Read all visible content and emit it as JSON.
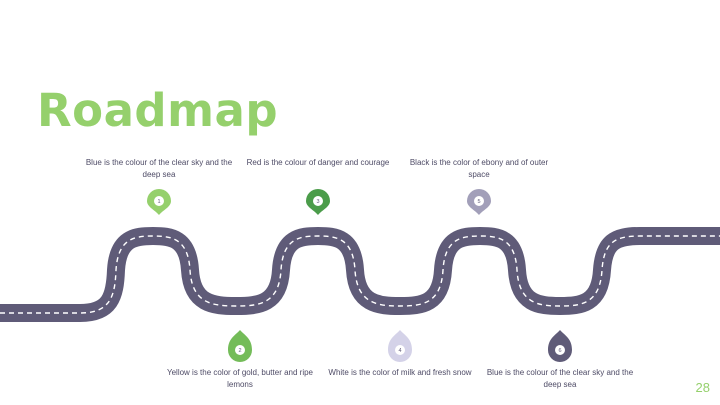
{
  "slide": {
    "title": "Roadmap",
    "page_number": "28"
  },
  "colors": {
    "title": "#95d06c",
    "road": "#5f5b78",
    "road_dash": "#ffffff",
    "caption_text": "#4e4b66",
    "page_number": "#95d06c"
  },
  "milestones": [
    {
      "number": "1",
      "text": "Blue is the colour of the clear sky and the deep sea",
      "color": "#95d06c",
      "icon": "map-pin-icon",
      "position": "above"
    },
    {
      "number": "2",
      "text": "Yellow is the color of gold, butter and ripe lemons",
      "color": "#74bc59",
      "icon": "map-pin-icon",
      "position": "below"
    },
    {
      "number": "3",
      "text": "Red is the colour of danger and courage",
      "color": "#4b9c4a",
      "icon": "map-pin-icon",
      "position": "above"
    },
    {
      "number": "4",
      "text": "White is the color of milk and fresh snow",
      "color": "#d4d2e8",
      "icon": "map-pin-icon",
      "position": "below"
    },
    {
      "number": "5",
      "text": "Black is the color of ebony and of outer space",
      "color": "#a29fb9",
      "icon": "map-pin-icon",
      "position": "above"
    },
    {
      "number": "6",
      "text": "Blue is the colour of the clear sky and the deep sea",
      "color": "#5f5b78",
      "icon": "map-pin-icon",
      "position": "below"
    }
  ]
}
